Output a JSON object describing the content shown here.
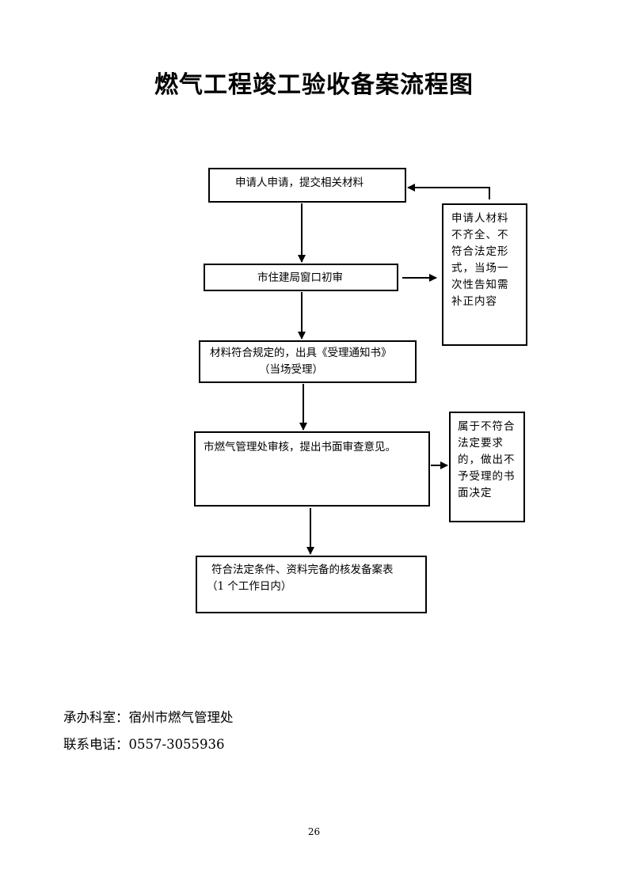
{
  "title": "燃气工程竣工验收备案流程图",
  "steps": {
    "apply": "申请人申请，提交相关材料",
    "window": "市住建局窗口初审",
    "accept_line1": "材料符合规定的，出具《受理通知书》",
    "accept_line2": "（当场受理）",
    "review": "市燃气管理处审核，提出书面审查意见。",
    "issue_line1": "符合法定条件、资料完备的核发备案表",
    "issue_line2": "（1 个工作日内）"
  },
  "side_notes": {
    "incomplete": "申请人材料不齐全、不符合法定形式，当场一次性告知需补正内容",
    "reject": "属于不符合法定要求的，做出不予受理的书面决定"
  },
  "footer": {
    "office": "承办科室：宿州市燃气管理处",
    "phone": "联系电话：0557-3055936"
  },
  "page_number": "26"
}
